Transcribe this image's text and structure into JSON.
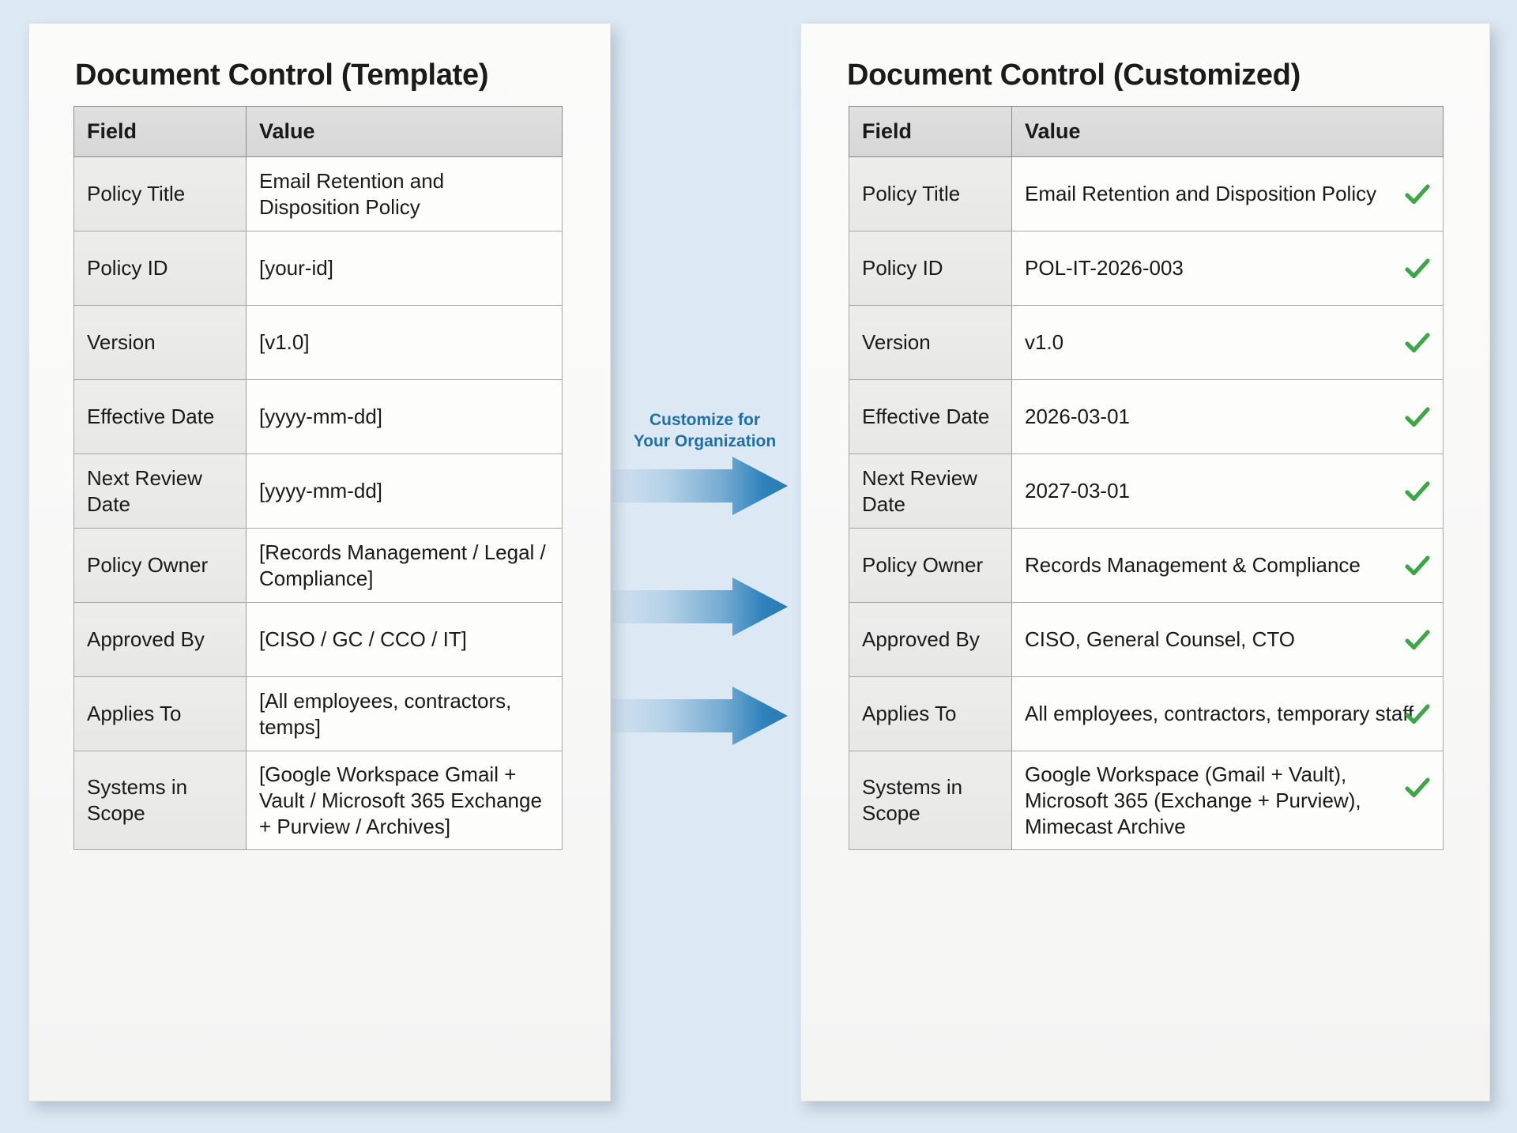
{
  "background_color": "#dce8f3",
  "accent_placeholder_color": "#b5721f",
  "accent_check_color": "#3fa648",
  "accent_arrow_color": "#2f82bd",
  "arrow_label_color": "#1f6fa8",
  "panels": {
    "template": {
      "title": "Document Control (Template)",
      "columns": [
        "Field",
        "Value"
      ],
      "rows": [
        {
          "field": "Policy Title",
          "value": "Email Retention and Disposition Policy",
          "placeholder": false
        },
        {
          "field": "Policy ID",
          "value": "[your-id]",
          "placeholder": true
        },
        {
          "field": "Version",
          "value": "[v1.0]",
          "placeholder": true
        },
        {
          "field": "Effective Date",
          "value": "[yyyy-mm-dd]",
          "placeholder": true
        },
        {
          "field": "Next Review Date",
          "value": "[yyyy-mm-dd]",
          "placeholder": true
        },
        {
          "field": "Policy Owner",
          "value": "[Records Management / Legal / Compliance]",
          "placeholder": true
        },
        {
          "field": "Approved By",
          "value": "[CISO / GC / CCO / IT]",
          "placeholder": true
        },
        {
          "field": "Applies To",
          "value": "[All employees, contractors, temps]",
          "placeholder": true
        },
        {
          "field": "Systems in Scope",
          "value": "[Google Workspace Gmail + Vault / Microsoft 365 Exchange + Purview / Archives]",
          "placeholder": true
        }
      ]
    },
    "customized": {
      "title": "Document Control (Customized)",
      "columns": [
        "Field",
        "Value"
      ],
      "rows": [
        {
          "field": "Policy Title",
          "value": "Email Retention and Disposition Policy",
          "check": true
        },
        {
          "field": "Policy ID",
          "value": "POL-IT-2026-003",
          "check": true
        },
        {
          "field": "Version",
          "value": "v1.0",
          "check": true
        },
        {
          "field": "Effective Date",
          "value": "2026-03-01",
          "check": true
        },
        {
          "field": "Next Review Date",
          "value": "2027-03-01",
          "check": true
        },
        {
          "field": "Policy Owner",
          "value": "Records Management & Compliance",
          "check": true
        },
        {
          "field": "Approved By",
          "value": "CISO, General Counsel, CTO",
          "check": true
        },
        {
          "field": "Applies To",
          "value": "All employees, contractors, temporary staff",
          "check": true
        },
        {
          "field": "Systems in Scope",
          "value": "Google Workspace (Gmail + Vault), Microsoft 365 (Exchange + Purview), Mimecast Archive",
          "check": true
        }
      ]
    }
  },
  "connector": {
    "label_line1": "Customize for",
    "label_line2": "Your Organization",
    "arrow_count": 3,
    "icon": "arrow-right-icon"
  }
}
